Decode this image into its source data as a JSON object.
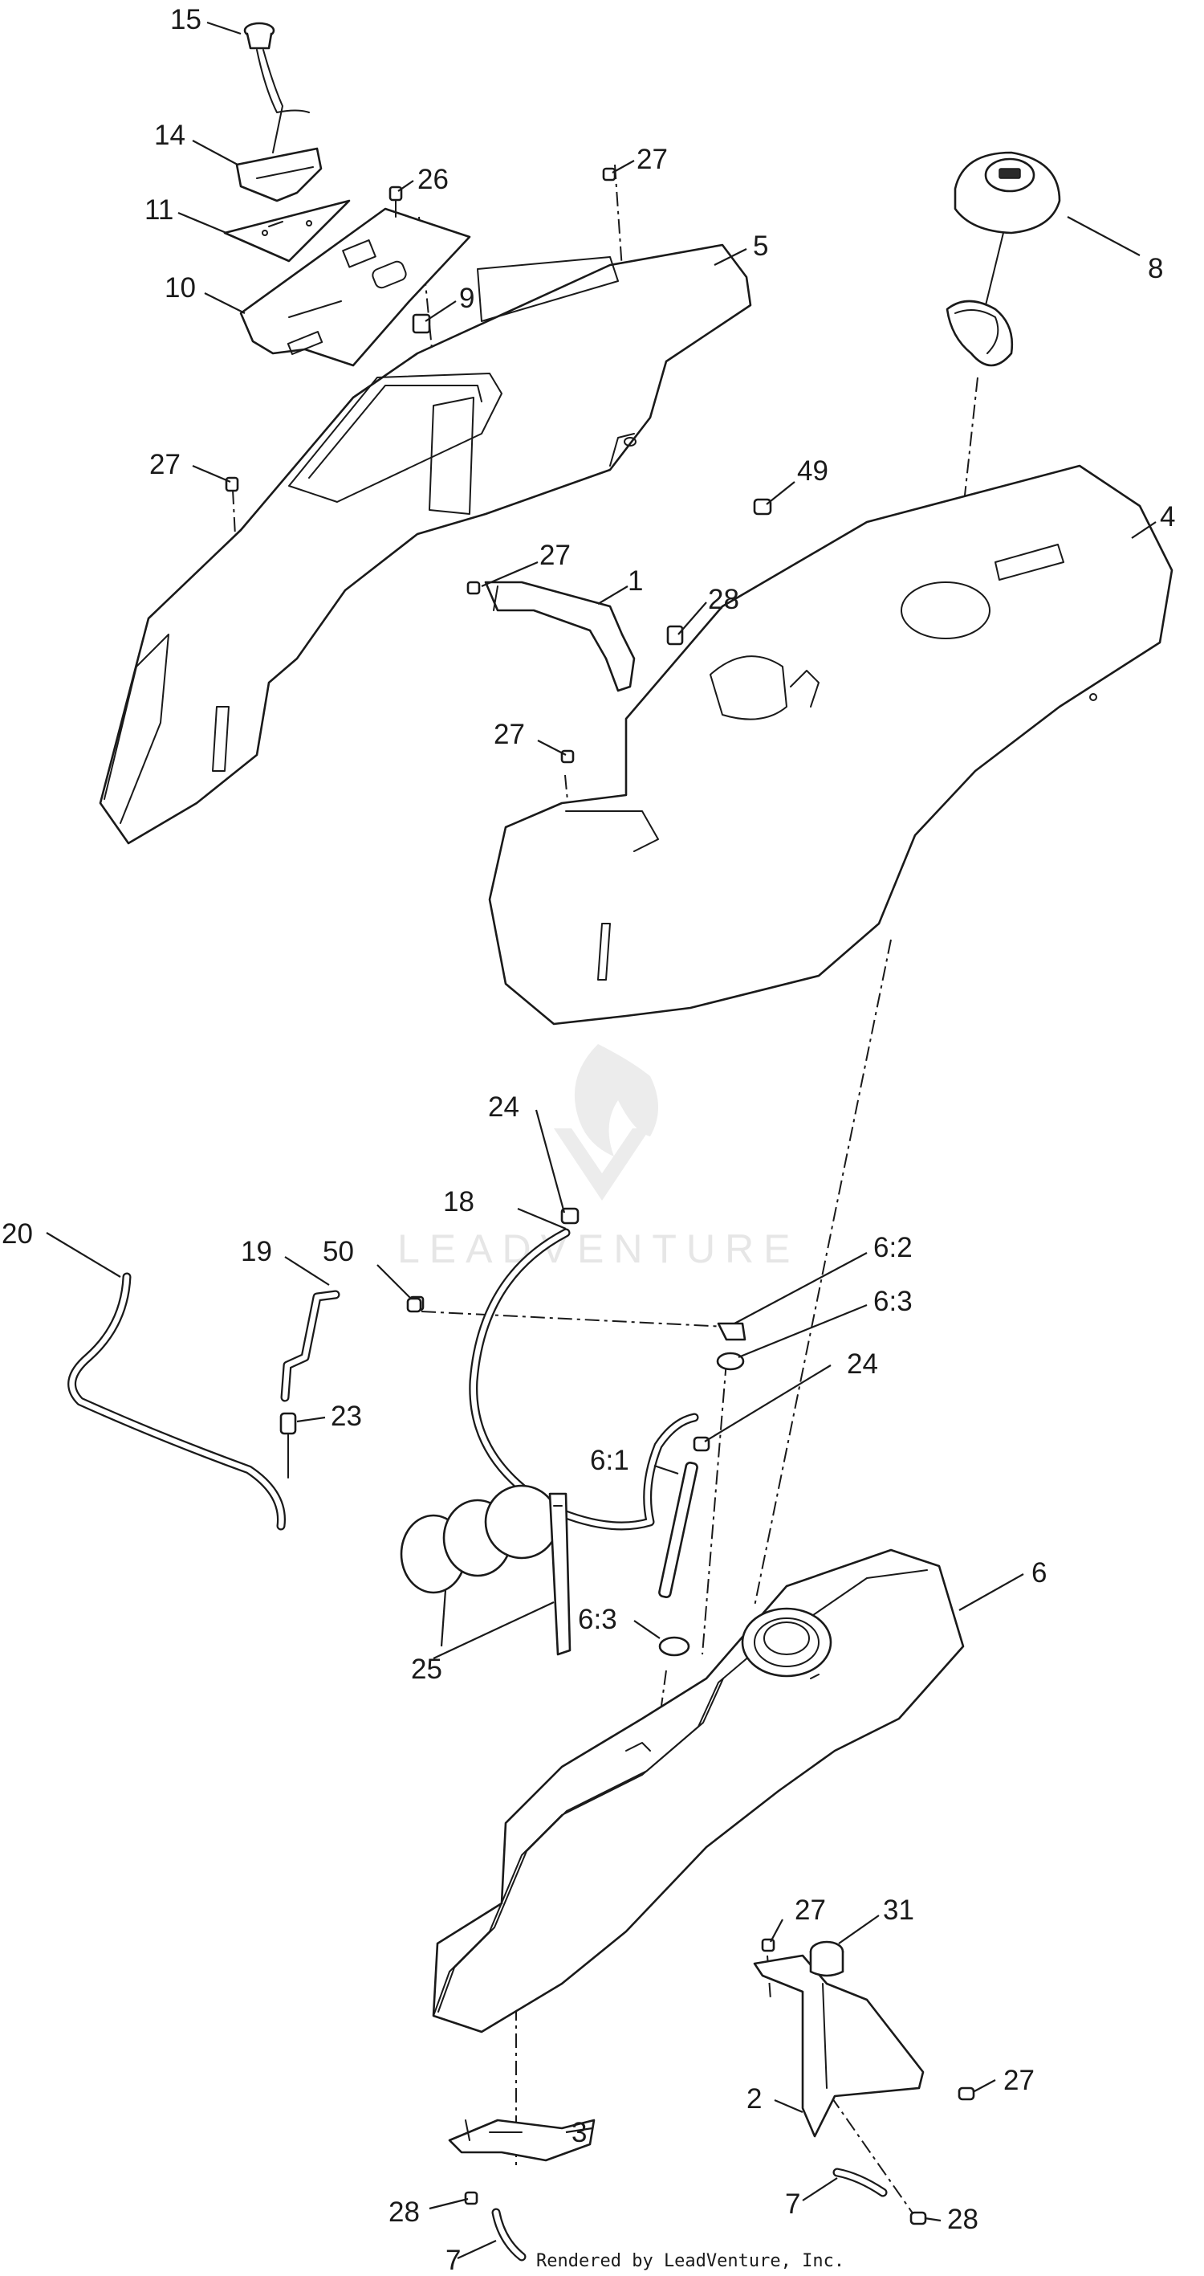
{
  "diagram": {
    "callouts": {
      "c15": "15",
      "c14": "14",
      "c11": "11",
      "c26": "26",
      "c10": "10",
      "c27a": "27",
      "c5": "5",
      "c9": "9",
      "c8": "8",
      "c27b": "27",
      "c49": "49",
      "c4": "4",
      "c27c": "27",
      "c1": "1",
      "c28a": "28",
      "c27d": "27",
      "c24a": "24",
      "c18": "18",
      "c20": "20",
      "c19": "19",
      "c50": "50",
      "c6_2": "6:2",
      "c6_3a": "6:3",
      "c24b": "24",
      "c23": "23",
      "c6_1": "6:1",
      "c6_3b": "6:3",
      "c6": "6",
      "c25": "25",
      "c27e": "27",
      "c31": "31",
      "c2": "2",
      "c27f": "27",
      "c3": "3",
      "c28b": "28",
      "c28c": "28",
      "c7a": "7",
      "c7b": "7"
    },
    "watermark": "LEADVENTURE",
    "credit": "Rendered by LeadVenture, Inc."
  }
}
